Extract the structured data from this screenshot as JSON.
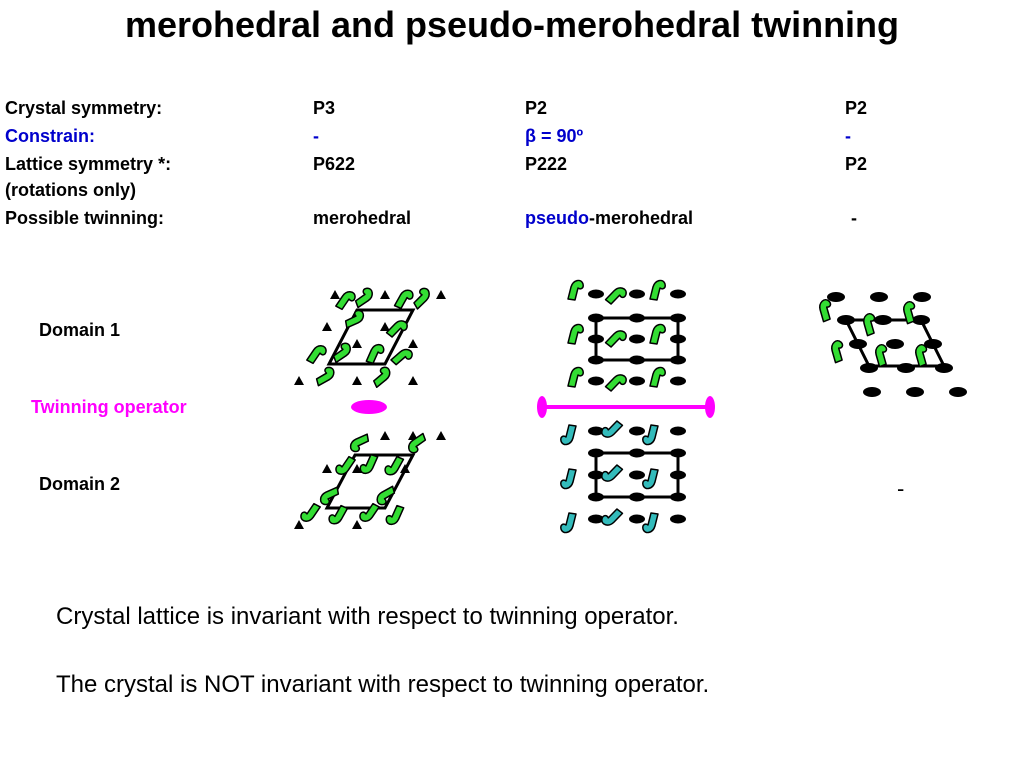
{
  "title": "merohedral and pseudo-merohedral twinning",
  "table": {
    "crystal_symmetry": {
      "label": "Crystal symmetry:",
      "values": [
        "P3",
        "P2",
        "P2"
      ]
    },
    "constrain": {
      "label": "Constrain:",
      "values": [
        "-",
        "β = 90º",
        "-"
      ]
    },
    "lattice_symmetry": {
      "label": "Lattice symmetry *:",
      "sublabel": "(rotations only)",
      "values": [
        "P622",
        "P222",
        "P2"
      ]
    },
    "possible_twinning": {
      "label": "Possible twinning:",
      "col1": "merohedral",
      "col2_highlight": "pseudo",
      "col2_rest": "-merohedral",
      "col3": "-"
    }
  },
  "rows": {
    "domain1": "Domain 1",
    "twinning_operator": "Twinning operator",
    "domain2": "Domain 2",
    "domain2_col3": "-"
  },
  "notes": [
    "Crystal lattice is invariant with respect to twinning operator.",
    "The crystal is NOT invariant with respect to twinning operator."
  ],
  "colors": {
    "constrain": "#0000cc",
    "pseudo": "#0000cc",
    "twinning": "#ff00ff",
    "domain1_motif": "#33dd33",
    "domain2_motif": "#33bbbb"
  }
}
